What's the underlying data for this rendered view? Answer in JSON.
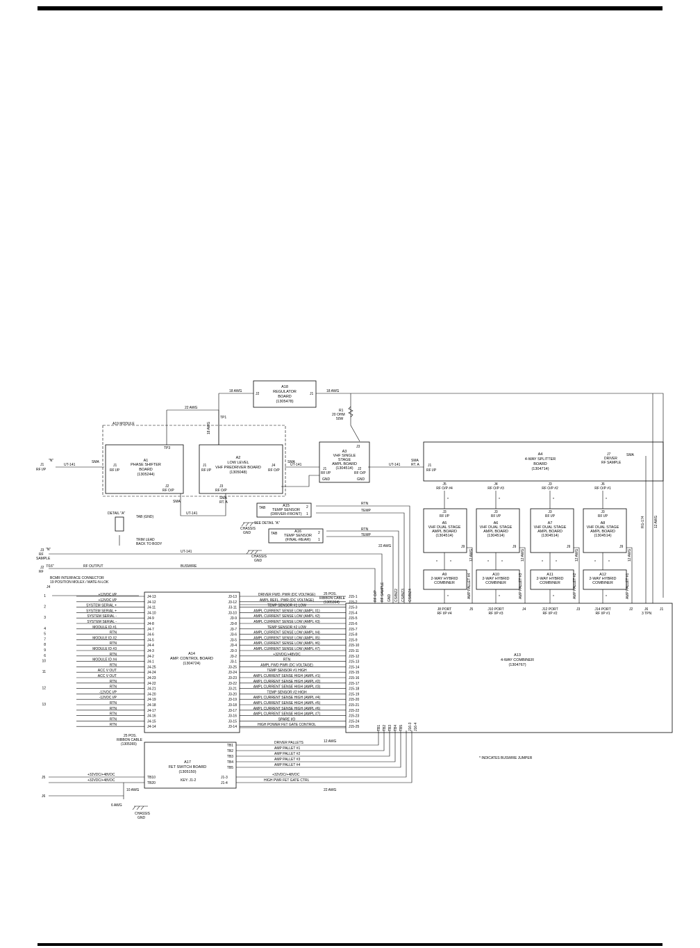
{
  "a18": {
    "name": "A18",
    "title": "REGULATOR",
    "title2": "BOARD",
    "pn": "(1305478)",
    "j1": "J1",
    "j2": "J2",
    "wire_in": "18 AWG",
    "wire_out": "18 AWG"
  },
  "r1": {
    "name": "R1",
    "value": "20 OHM",
    "power": "50W"
  },
  "a19": {
    "label": "A19 MODULE"
  },
  "a1": {
    "name": "A1",
    "line1": "PHASE SHIFTER",
    "line2": "BOARD",
    "pn": "(1305244)",
    "tp3": "TP3",
    "j1": "J1",
    "j1sub": "RF I/P",
    "j2": "J2",
    "j2sub": "RF O/P"
  },
  "a2": {
    "name": "A2",
    "line1": "LOW LEVEL",
    "line2": "VHF PREDRIVER BOARD",
    "pn": "(1305048)",
    "tp": "TP1",
    "j1": "J1",
    "j1sub": "RF I/P",
    "j4": "J4",
    "j4sub": "RF O/P",
    "j3": "J3",
    "j3sub": "RF O/P"
  },
  "a3": {
    "name": "A3",
    "line1": "VHF SINGLE",
    "line2": "STAGE",
    "line3": "AMPL BOARD",
    "pn": "(1304514)",
    "j1": "J1",
    "j1sub": "RF I/P",
    "j2": "J2",
    "j2sub": "RF O/P",
    "gnd1": "GND",
    "gnd2": "GND",
    "j3": "J3"
  },
  "a4": {
    "name": "A4",
    "line1": "4-WAY SPLITTER",
    "line2": "BOARD",
    "pn": "(1304714)",
    "j1": "J1",
    "j1sub": "RF I/P",
    "j7": "J7",
    "j7sub1": "DRIVER",
    "j7sub2": "RF SAMPLE"
  },
  "splitter_ports": [
    {
      "j": "J5",
      "sub": "RF O/P #4"
    },
    {
      "j": "J4",
      "sub": "RF O/P #3"
    },
    {
      "j": "J3",
      "sub": "RF O/P #2"
    },
    {
      "j": "J6",
      "sub": "RF O/P #1"
    }
  ],
  "amps": [
    {
      "name": "A5",
      "line1": "VHF DUAL STAGE",
      "line2": "AMPL BOARD",
      "pn": "(1304514)",
      "j3": "J3",
      "j3sub": "RF I/P",
      "j9": "J9",
      "hyb_name": "A9",
      "hyb1": "2-WAY HYBRID",
      "hyb2": "COMBINER",
      "port": "J8 PORT",
      "portsub": "RF I/P #4",
      "pallet": "AMP PALLET #4",
      "awg": "12 AWG"
    },
    {
      "name": "A6",
      "line1": "VHF DUAL STAGE",
      "line2": "AMPL BOARD",
      "pn": "(1304514)",
      "j3": "J3",
      "j3sub": "RF I/P",
      "j9": "J9",
      "hyb_name": "A10",
      "hyb1": "2-WAY HYBRID",
      "hyb2": "COMBINER",
      "port": "J10 PORT",
      "portsub": "RF I/P #3",
      "pallet": "AMP PALLET #3",
      "awg": "12 AWG"
    },
    {
      "name": "A7",
      "line1": "VHF DUAL STAGE",
      "line2": "AMPL BOARD",
      "pn": "(1304514)",
      "j3": "J3",
      "j3sub": "RF I/P",
      "j9": "J9",
      "hyb_name": "A11",
      "hyb1": "2-WAY HYBRID",
      "hyb2": "COMBINER",
      "port": "J12 PORT",
      "portsub": "RF I/P #2",
      "pallet": "AMP PALLET #2",
      "awg": "12 AWG"
    },
    {
      "name": "A8",
      "line1": "VHF DUAL STAGE",
      "line2": "AMPL BOARD",
      "pn": "(1304514)",
      "j3": "J3",
      "j3sub": "RF I/P",
      "j9": "J9",
      "hyb_name": "A12",
      "hyb1": "2-WAY HYBRID",
      "hyb2": "COMBINER",
      "port": "J14 PORT",
      "portsub": "RF I/P #1",
      "pallet": "AMP PALLET #1",
      "awg": "12 AWG"
    }
  ],
  "a15": {
    "name": "A15",
    "line1": "TEMP SENSOR",
    "line2": "(DRIVER-FRONT)",
    "tab": "TAB",
    "pin2": "2",
    "pin1": "1",
    "rtn": "RTN",
    "temp": "TEMP"
  },
  "a16": {
    "name": "A16",
    "line1": "TEMP SENSOR",
    "line2": "(FINAL-REAR)",
    "tab": "TAB",
    "pin2": "2",
    "pin1": "1",
    "rtn": "RTN",
    "temp": "TEMP"
  },
  "detail": {
    "title": "DETAIL \"A\"",
    "tab": "TAB (GND)",
    "lead1": "TRIM LEAD",
    "lead2": "BACK TO BODY",
    "see": "SEE DETAIL \"A\""
  },
  "chassis_gnd": {
    "l1": "CHASSIS",
    "l2": "GND"
  },
  "cables": {
    "ut141": "UT-141",
    "sma": "SMA",
    "sma_rt": "SMA",
    "rt_a": "RT. A",
    "rg174": "RG-174",
    "awg12": "12 AWG",
    "awg22": "22 AWG",
    "awg22b": "22 AWG",
    "awg18": "18 AWG",
    "awg10": "10 AWG",
    "awg6": "6 AWG",
    "awg12b": "12 AWG",
    "awg22c": "22 AWG",
    "buswire": "BUSWIRE",
    "rf_output": "RF OUTPUT",
    "rf_sample_v": "RF SAMPLE",
    "ntype": "7/16\"",
    "n_label": "\"N\""
  },
  "left_conn": {
    "j1": "J1",
    "j1sub": "RF I/P",
    "j1n": "\"N\"",
    "j3": "J3",
    "j3sub1": "RF",
    "j3sub2": "SAMPLE",
    "j2": "J2",
    "j2sub1": "RF",
    "j2sub2": "O/P",
    "title1": "BCMR INTERFACE CONNECTOR",
    "title2": "19 POSITION MOLEX / MATE-N-LOK",
    "j4": "J4",
    "j5": "J5",
    "j6": "J6"
  },
  "a14": {
    "name": "A14",
    "line1": "AMP. CONTROL BOARD",
    "pn": "(1304724)",
    "left_pins": [
      "J4-13",
      "J4-12",
      "J4-11",
      "J4-10",
      "J4-9",
      "J4-8",
      "J4-7",
      "J4-6",
      "J4-5",
      "J4-4",
      "J4-3",
      "J4-2",
      "J4-1",
      "J4-25",
      "J4-24",
      "J4-23",
      "J4-22",
      "J4-21",
      "J4-20",
      "J4-19",
      "J4-18",
      "J4-17",
      "J4-16",
      "J4-15",
      "J4-14"
    ],
    "right_pins": [
      "J3-13",
      "J3-12",
      "J3-11",
      "J3-10",
      "J3-9",
      "J3-8",
      "J3-7",
      "J3-6",
      "J3-5",
      "J3-4",
      "J3-3",
      "J3-2",
      "J3-1",
      "J3-25",
      "J3-24",
      "J3-23",
      "J3-22",
      "J3-21",
      "J3-20",
      "J3-19",
      "J3-18",
      "J3-17",
      "J3-16",
      "J3-15",
      "J3-14"
    ],
    "ribbon_l1": "25 POS.",
    "ribbon_l2": "RIBBON CABLE",
    "ribbon_pn": "(1305365)"
  },
  "bcmr_rows": [
    {
      "num": "1",
      "sig": "+12VDC I/P"
    },
    {
      "num": "",
      "sig": "+12VDC I/P"
    },
    {
      "num": "2",
      "sig": "SYSTEM SERIAL +"
    },
    {
      "num": "",
      "sig": "SYSTEM SERIAL +"
    },
    {
      "num": "3",
      "sig": "SYSTEM SERIAL -"
    },
    {
      "num": "",
      "sig": "SYSTEM SERIAL -"
    },
    {
      "num": "4",
      "sig": "MODULE ID #1"
    },
    {
      "num": "5",
      "sig": "RTN"
    },
    {
      "num": "7",
      "sig": "MODULE ID #2"
    },
    {
      "num": "8",
      "sig": "RTN"
    },
    {
      "num": "9",
      "sig": "MODULE ID #3"
    },
    {
      "num": "6",
      "sig": "RTN"
    },
    {
      "num": "10",
      "sig": "MODULE ID #4"
    },
    {
      "num": "",
      "sig": "RTN"
    },
    {
      "num": "11",
      "sig": "ACC V OUT"
    },
    {
      "num": "",
      "sig": "ACC V OUT"
    },
    {
      "num": "",
      "sig": "RTN"
    },
    {
      "num": "12",
      "sig": "RTN"
    },
    {
      "num": "",
      "sig": "-12VDC I/P"
    },
    {
      "num": "",
      "sig": "-12VDC I/P"
    },
    {
      "num": "13",
      "sig": "RTN"
    },
    {
      "num": "",
      "sig": "RTN"
    },
    {
      "num": "",
      "sig": "RTN"
    },
    {
      "num": "",
      "sig": "RTN"
    },
    {
      "num": "",
      "sig": "RTN"
    }
  ],
  "ctrl_signals": [
    "DRIVER FWD. PWR (DC VOLTAGE)",
    "AMPL REFL. PWR (DC VOLTAGE)",
    "TEMP SENSOR #1 LOW",
    "AMPL CURRENT SENSE LOW (AMPL #1)",
    "AMPL CURRENT SENSE LOW (AMPL #2)",
    "AMPL CURRENT SENSE LOW (AMPL #3)",
    "TEMP SENSOR #2 LOW",
    "AMPL CURRENT SENSE LOW (AMPL #4)",
    "AMPL CURRENT SENSE LOW (AMPL #5)",
    "AMPL CURRENT SENSE LOW (AMPL #6)",
    "AMPL CURRENT SENSE LOW (AMPL #7)",
    "+32VDC/+48VDC",
    "RTN",
    "AMPL FWD PWR (DC VOLTAGE)",
    "TEMP SENSOR #1 HIGH",
    "AMPL CURRENT SENSE HIGH (AMPL #1)",
    "AMPL CURRENT SENSE HIGH (AMPL #2)",
    "AMPL CURRENT SENSE HIGH (AMPL #3)",
    "TEMP SENSOR #2 HIGH",
    "AMPL CURRENT SENSE HIGH (AMPL #4)",
    "AMPL CURRENT SENSE HIGH (AMPL #5)",
    "AMPL CURRENT SENSE HIGH (AMPL #6)",
    "AMPL CURRENT SENSE HIGH (AMPL #7)",
    "SPARE I/O",
    "HIGH POWER FET GATE CONTROL"
  ],
  "j15_pins": [
    "J15-1",
    "J15-2",
    "J15-3",
    "J15-4",
    "J15-5",
    "J15-6",
    "J15-7",
    "J15-8",
    "J15-9",
    "J15-10",
    "J15-11",
    "J15-12",
    "J15-13",
    "J15-14",
    "J15-15",
    "J15-16",
    "J15-17",
    "J15-18",
    "J15-19",
    "J15-20",
    "J15-21",
    "J15-22",
    "J15-23",
    "J15-24",
    "J15-25"
  ],
  "ribbon2": {
    "l1": "25 POS.",
    "l2": "RIBBON CABLE",
    "pn": "(1305364)"
  },
  "a13": {
    "name": "A13",
    "line1": "4-WAY COMBINER",
    "pn": "(1304767)",
    "tops": [
      "RF O/P",
      "RF SAMPLE",
      "GND",
      "CS/BIZ2",
      "CS/BIZ3",
      "CS/BIZ4"
    ],
    "tb": [
      "TB1",
      "TB2",
      "TB3",
      "TB4",
      "TB5"
    ],
    "j16": [
      "J16-3",
      "J16-4"
    ],
    "j5": "J5",
    "j4": "J4",
    "j3": "J3",
    "j2": "J2",
    "j6": "J6",
    "j6sub": "3 TPN",
    "j1": "J1"
  },
  "a17": {
    "name": "A17",
    "line1": "FET SWITCH BOARD",
    "pn": "(1305150)",
    "key": "KEY: J1-2",
    "tb": [
      "TB1",
      "TB2",
      "TB3",
      "TB4",
      "TB5"
    ],
    "tb10": "TB10",
    "tb20": "TB20",
    "j13": "J1-3",
    "j14": "J1-4",
    "pwr1": "+32VDC/+48VDC",
    "pwr2": "+32VDC/+48VDC",
    "pwr3": "+32VDC/+48VDC",
    "gate": "HIGH PWR FET GATE CTRL",
    "pallets": [
      "DRIVER PALLETS",
      "AMP PALLET #1",
      "AMP PALLET #2",
      "AMP PALLET #3",
      "AMP PALLET #4"
    ]
  },
  "note": "* INDICATES BUSWIRE JUMPER",
  "star": "*"
}
